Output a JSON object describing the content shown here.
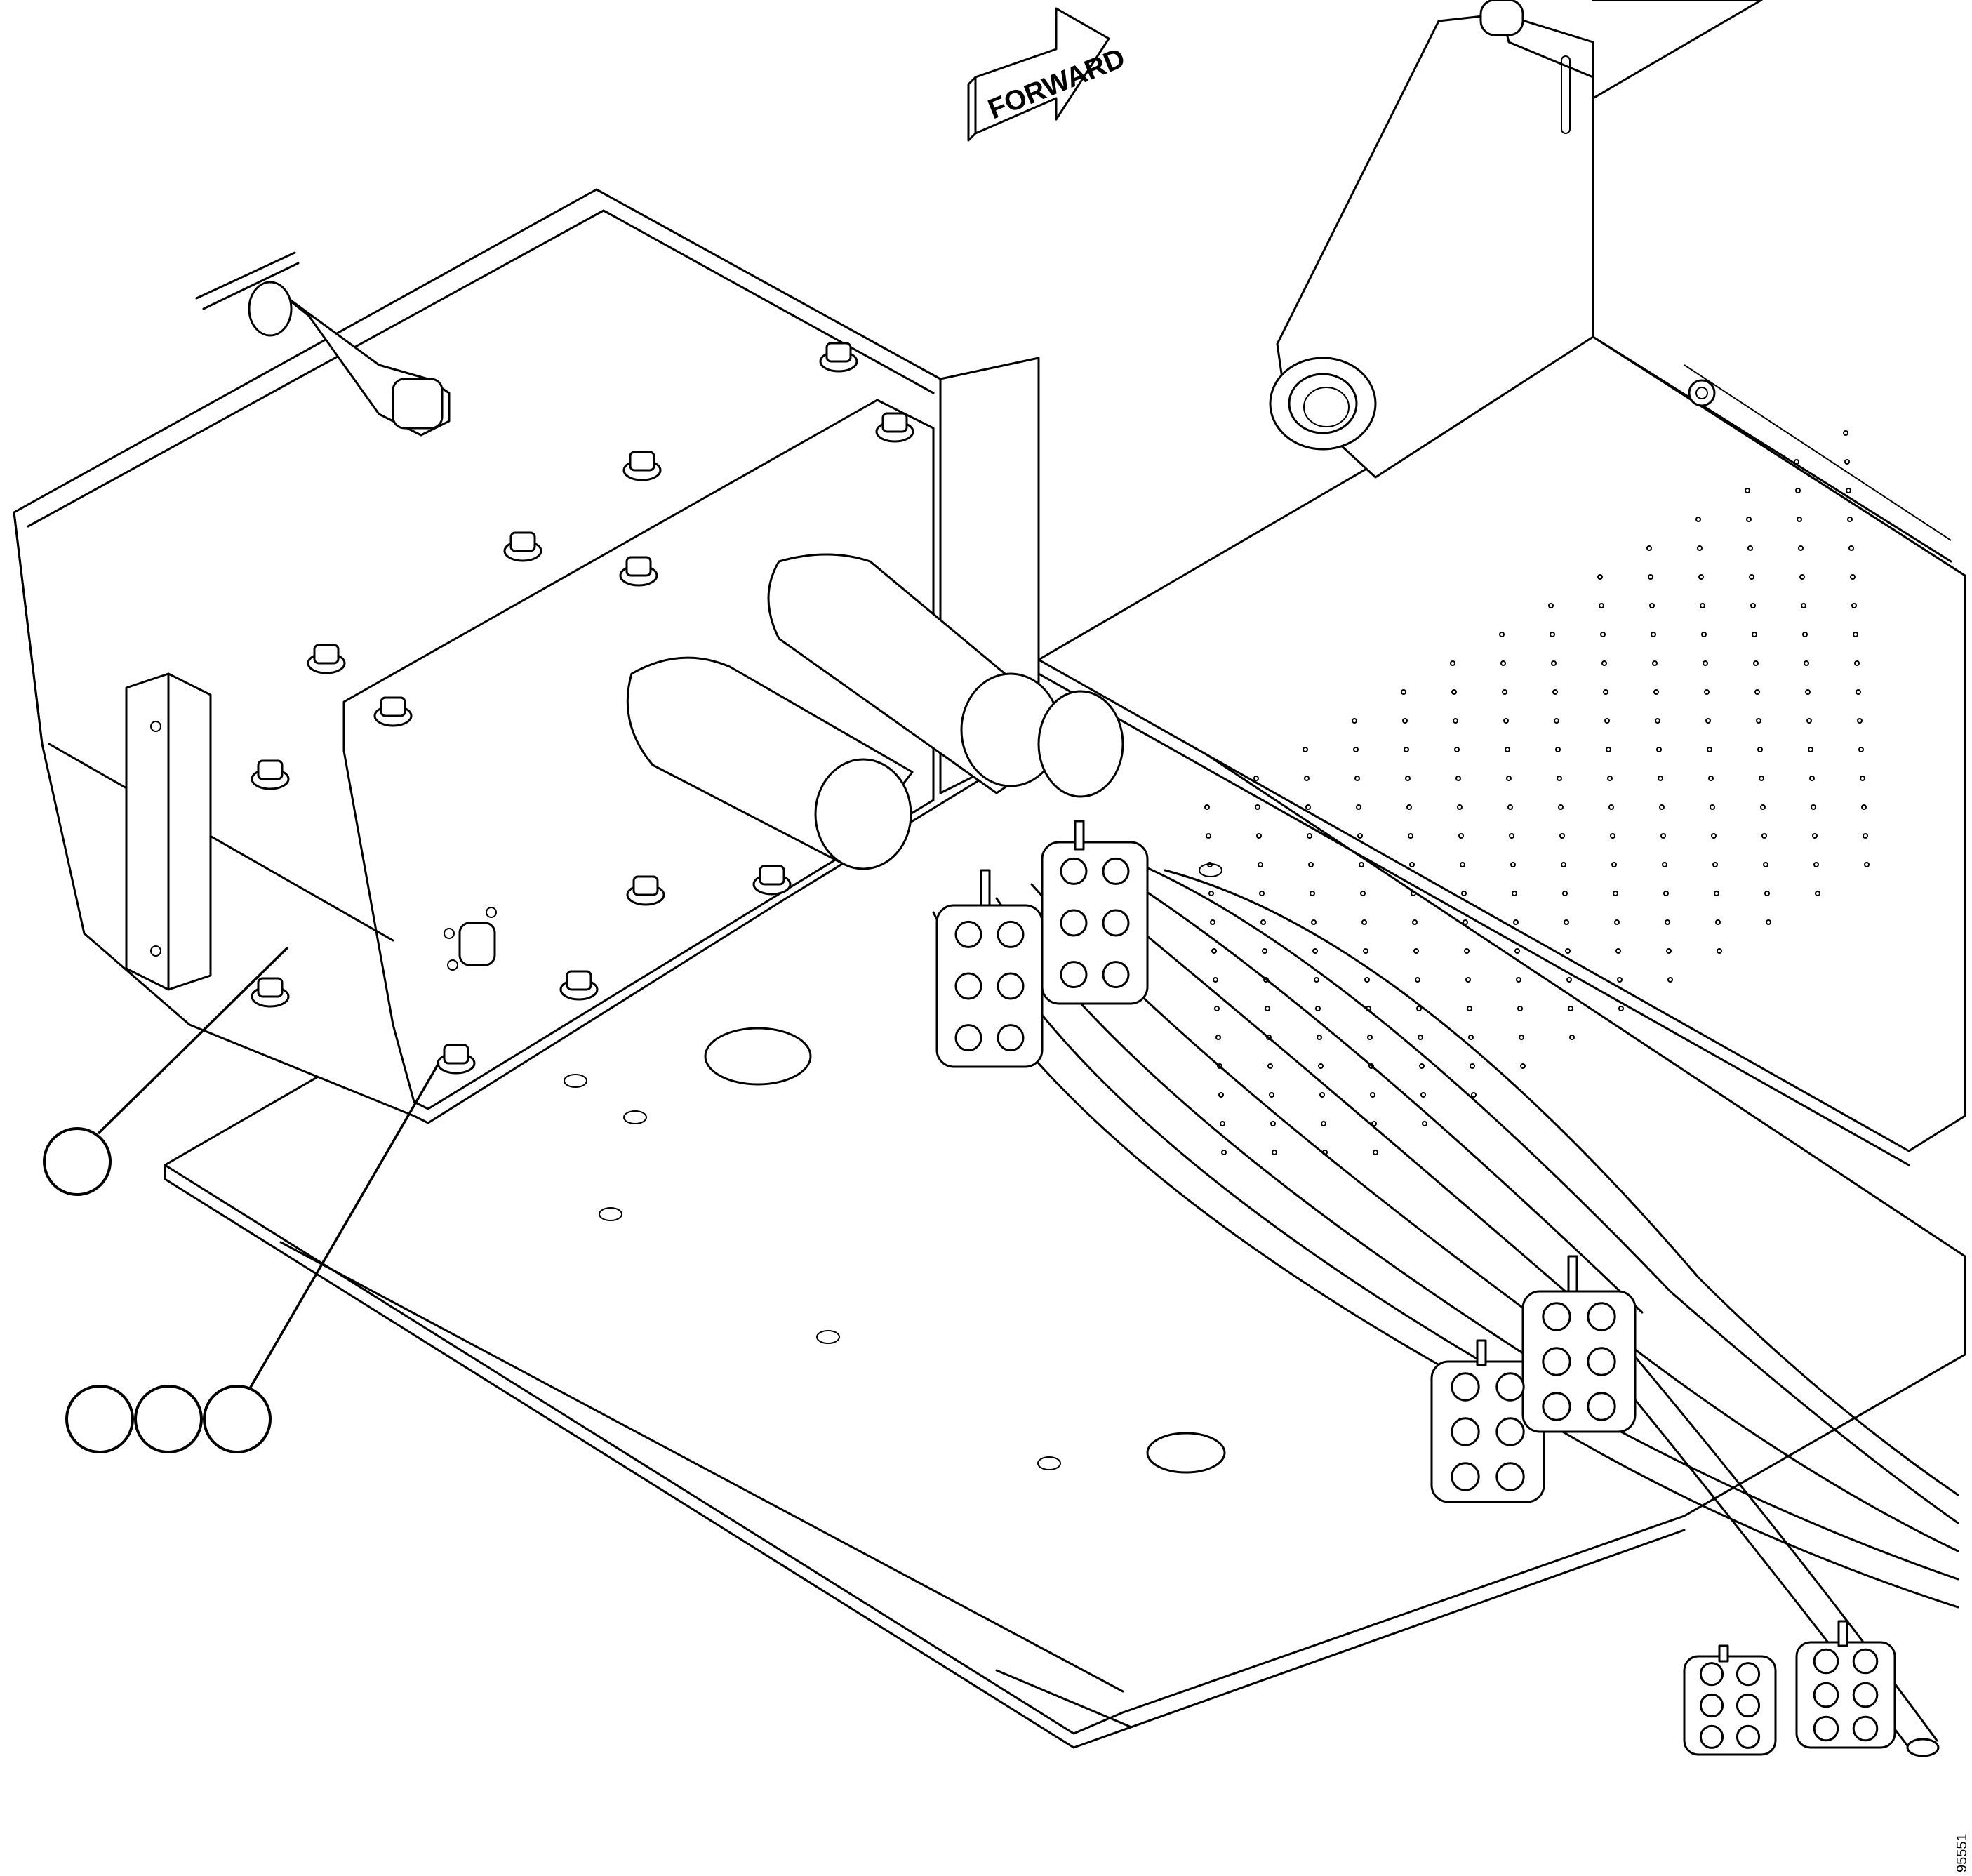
{
  "direction_arrow": {
    "label": "FORWARD"
  },
  "figure_id": "95551",
  "callouts": [
    {
      "id": "housing-callout",
      "text": ""
    },
    {
      "id": "fastener-callout-1",
      "text": ""
    },
    {
      "id": "fastener-callout-2",
      "text": ""
    },
    {
      "id": "fastener-callout-3",
      "text": ""
    }
  ]
}
